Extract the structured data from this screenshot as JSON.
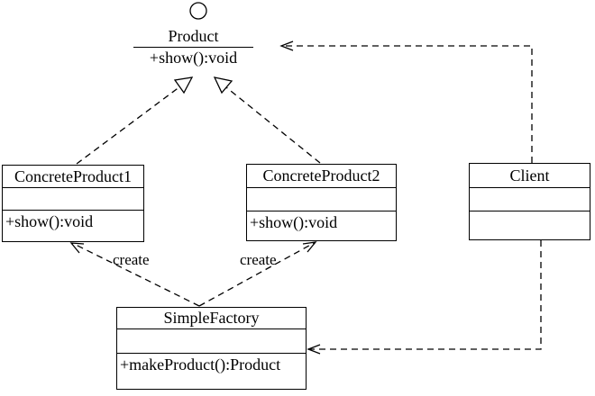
{
  "interface_product": {
    "name": "Product",
    "method": "+show():void"
  },
  "classes": {
    "concrete_product1": {
      "name": "ConcreteProduct1",
      "method": "+show():void"
    },
    "concrete_product2": {
      "name": "ConcreteProduct2",
      "method": "+show():void"
    },
    "client": {
      "name": "Client"
    },
    "simple_factory": {
      "name": "SimpleFactory",
      "method": "+makeProduct():Product"
    }
  },
  "edge_labels": {
    "create_left": "create",
    "create_right": "create"
  },
  "relationships": {
    "realization_cp1_product": "ConcreteProduct1 ..|> Product",
    "realization_cp2_product": "ConcreteProduct2 ..|> Product",
    "dependency_factory_cp1": "SimpleFactory ..> ConcreteProduct1 : create",
    "dependency_factory_cp2": "SimpleFactory ..> ConcreteProduct2 : create",
    "dependency_client_product": "Client ..> Product",
    "dependency_client_factory": "Client ..> SimpleFactory"
  },
  "colors": {
    "line": "#000000",
    "background": "#ffffff",
    "text": "#000000"
  }
}
